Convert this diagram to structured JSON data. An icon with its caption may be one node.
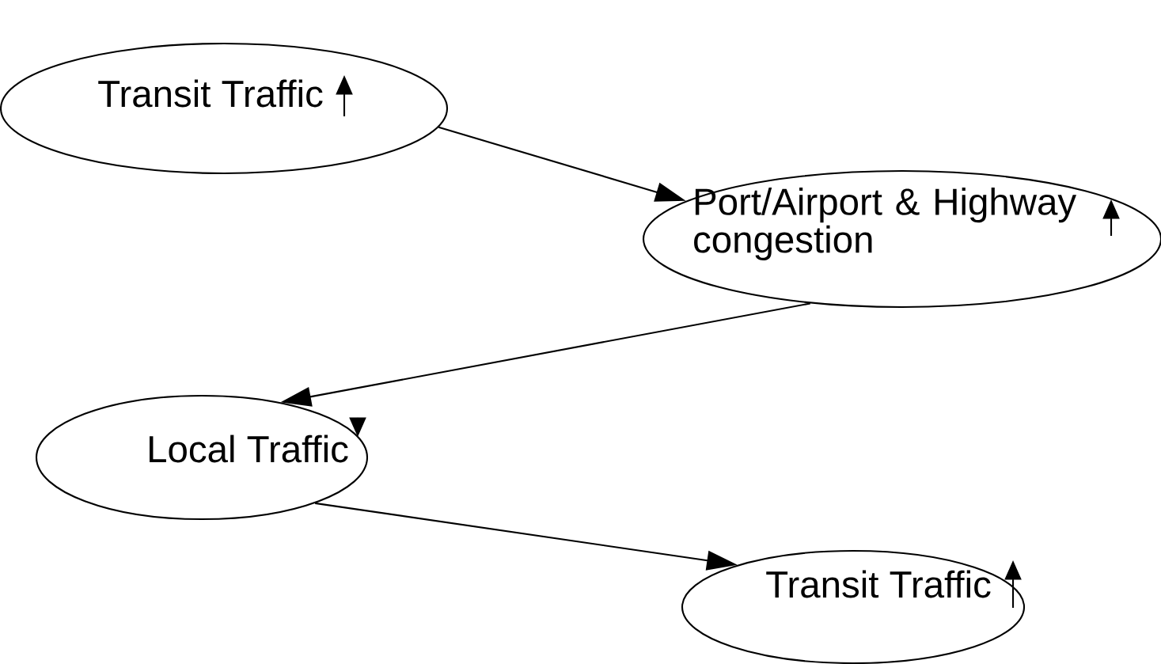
{
  "diagram": {
    "nodes": [
      {
        "text": [
          "Transit Traffic"
        ]
      },
      {
        "text": [
          "Port/Airport & Highway congestion"
        ]
      },
      {
        "text": [
          "Local Traffic"
        ]
      },
      {
        "text": [
          "Transit Traffic"
        ]
      }
    ],
    "edges": [
      {
        "from": 0,
        "to": 1,
        "arrow": "to"
      },
      {
        "from": 1,
        "to": 2,
        "arrow": "to"
      },
      {
        "from": 2,
        "to": 3,
        "arrow": "to"
      }
    ]
  }
}
